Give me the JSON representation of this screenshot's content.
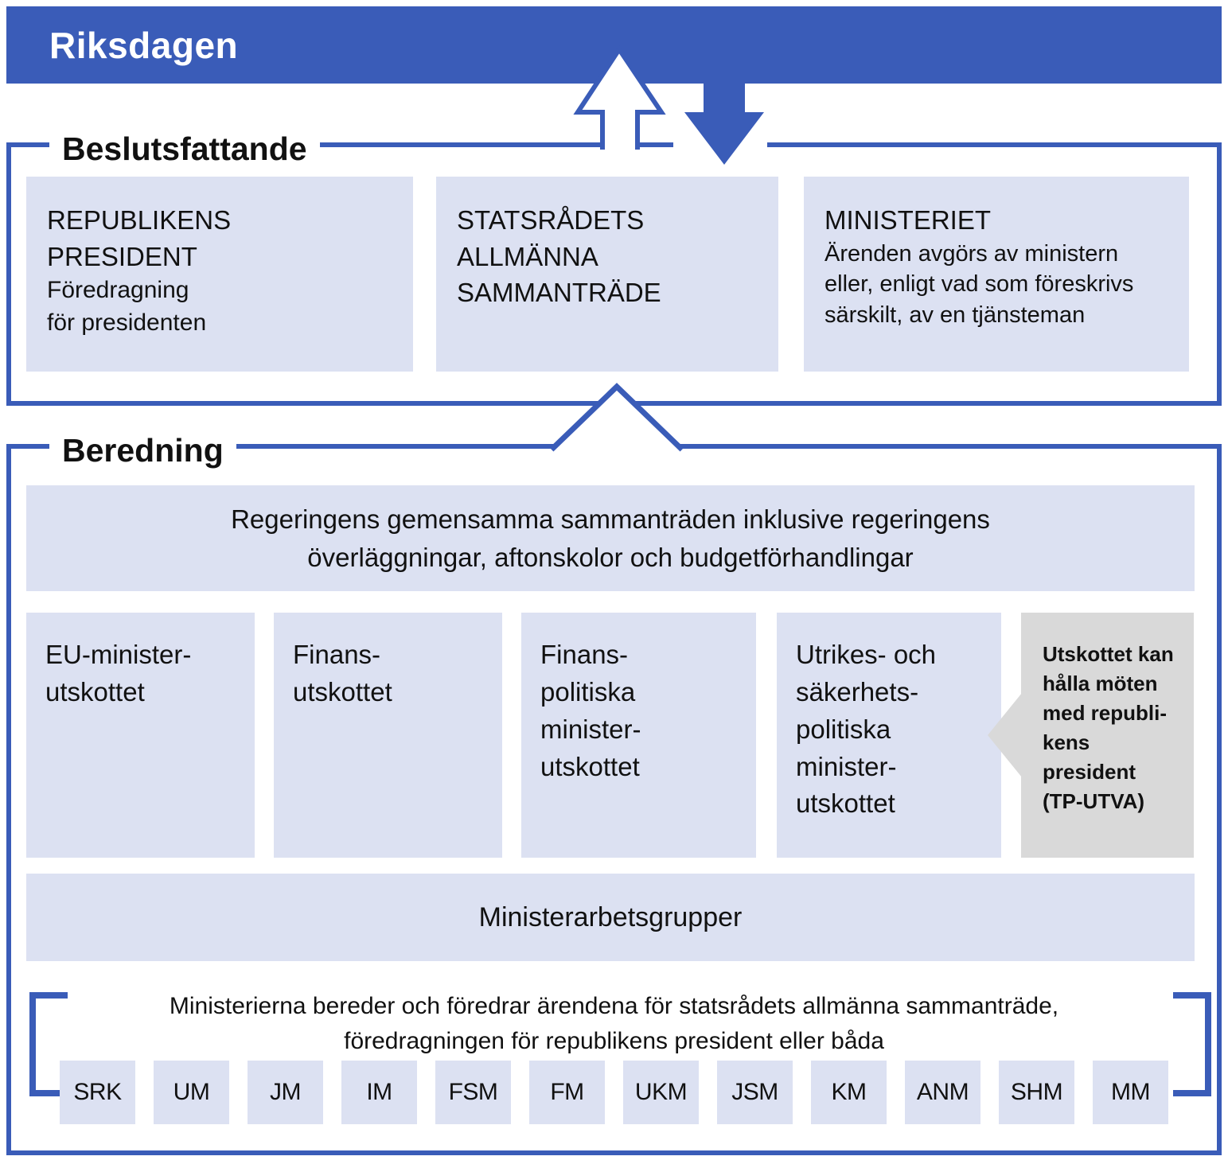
{
  "colors": {
    "accent": "#3a5cb8",
    "panel": "#dce1f2",
    "note": "#d9d9d9",
    "text": "#111111",
    "bar_text": "#ffffff"
  },
  "icons": {
    "up_arrow": "hollow-up-arrow",
    "down_arrow": "solid-down-arrow",
    "peak_connector": "upward-caret",
    "note_pointer": "left-pointing-triangle"
  },
  "header": {
    "title": "Riksdagen"
  },
  "decision_section": {
    "label": "Beslutsfattande",
    "president_box": {
      "title": "REPUBLIKENS\nPRESIDENT",
      "subtitle": "Föredragning\nför presidenten"
    },
    "general_session_box": {
      "title": "STATSRÅDETS\nALLMÄNNA\nSAMMANTRÄDE"
    },
    "ministry_box": {
      "title": "MINISTERIET",
      "subtitle": "Ärenden avgörs av ministern\neller, enligt vad som föreskrivs\nsärskilt, av en tjänsteman"
    }
  },
  "preparation_section": {
    "label": "Beredning",
    "joint_meetings": "Regeringens gemensamma sammanträden inklusive regeringens\növerläggningar, aftonskolor och budgetförhandlingar",
    "committees": [
      "EU-minister-\nutskottet",
      "Finans-\nutskottet",
      "Finans-\npolitiska\nminister-\nutskottet",
      "Utrikes- och\nsäkerhets-\npolitiska\nminister-\nutskottet"
    ],
    "note": "Utskottet kan\nhålla möten\nmed republi-\nkens president\n(TP-UTVA)",
    "working_groups": "Ministerarbetsgrupper",
    "ministries_caption": "Ministerierna bereder och föredrar ärendena för statsrådets allmänna sammanträde,\nföredragningen för republikens president eller båda",
    "ministries": [
      "SRK",
      "UM",
      "JM",
      "IM",
      "FSM",
      "FM",
      "UKM",
      "JSM",
      "KM",
      "ANM",
      "SHM",
      "MM"
    ]
  }
}
